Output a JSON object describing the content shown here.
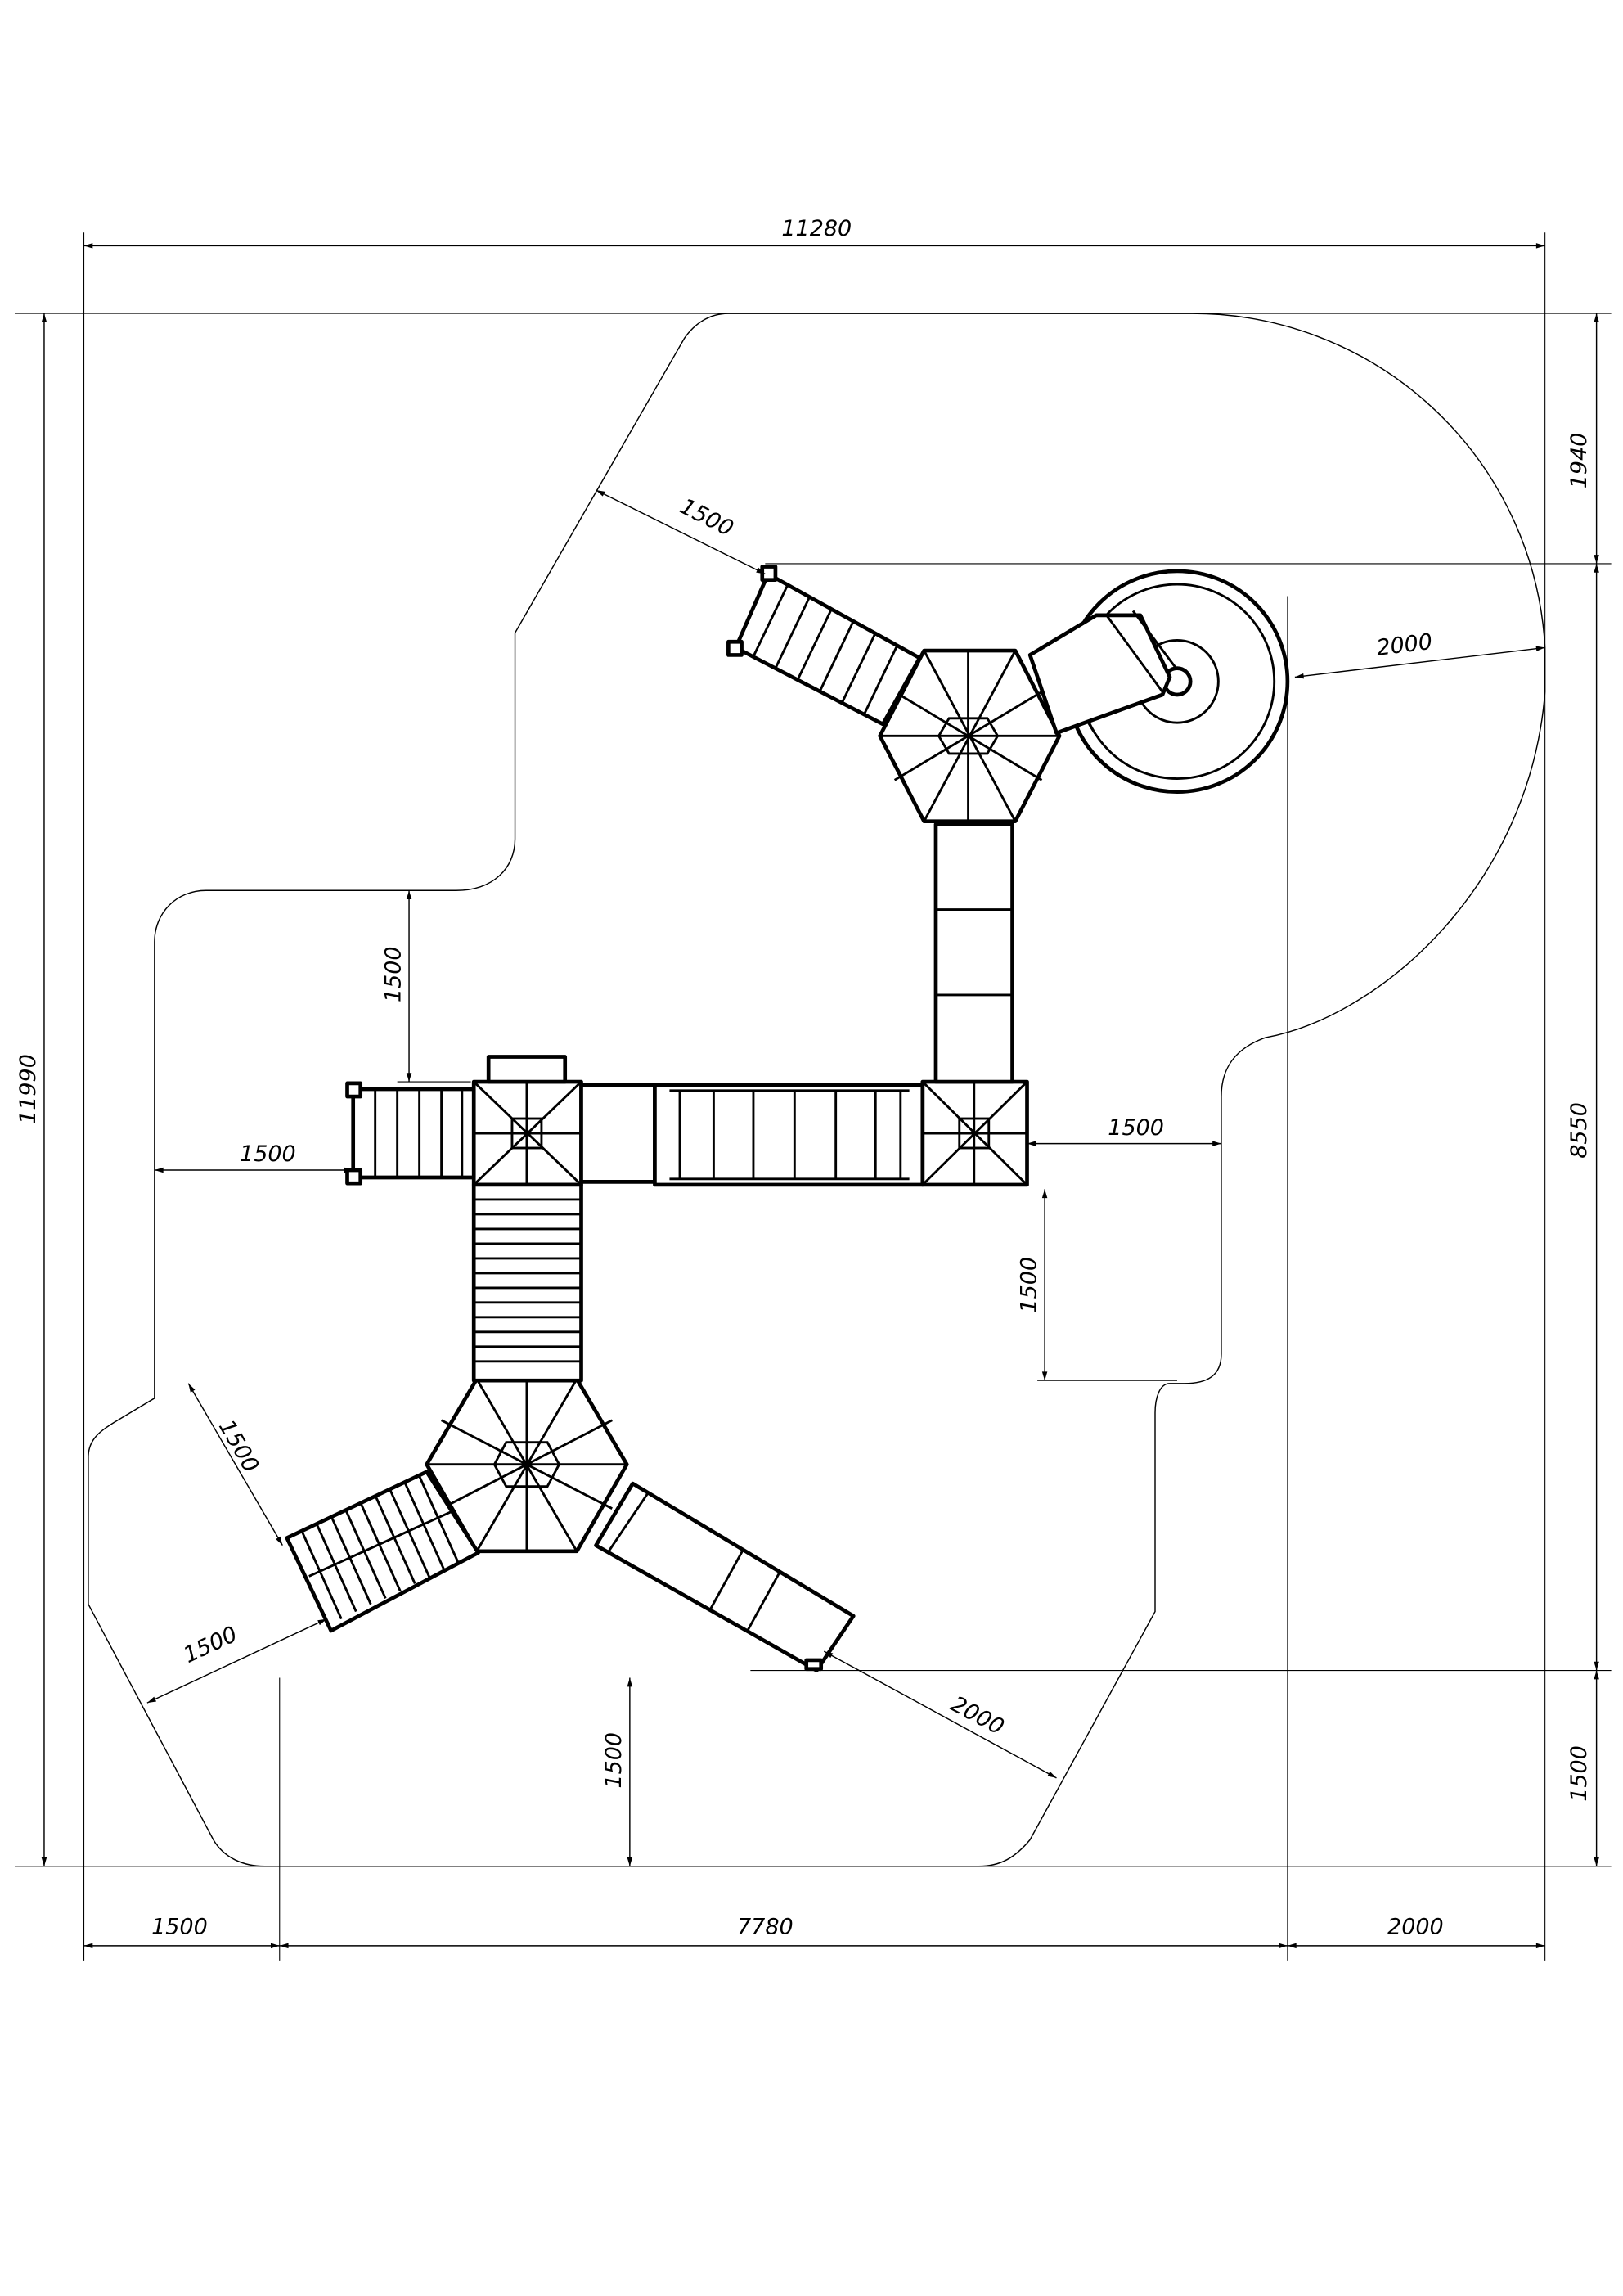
{
  "drawing": {
    "overall_width": "11280",
    "overall_height": "11990",
    "right_dims": [
      "1940",
      "8550",
      "1500"
    ],
    "bottom_dims": [
      "1500",
      "7780",
      "2000"
    ],
    "clearances": {
      "top_ladder_diag": "1500",
      "spiral_slide": "2000",
      "upper_left_vertical": "1500",
      "left_stair": "1500",
      "right_square": "1500",
      "right_vertical": "1500",
      "lower_left_diag_top": "1500",
      "lower_left_diag_bottom": "1500",
      "bottom_vertical": "1500",
      "slide_bottom": "2000"
    }
  }
}
